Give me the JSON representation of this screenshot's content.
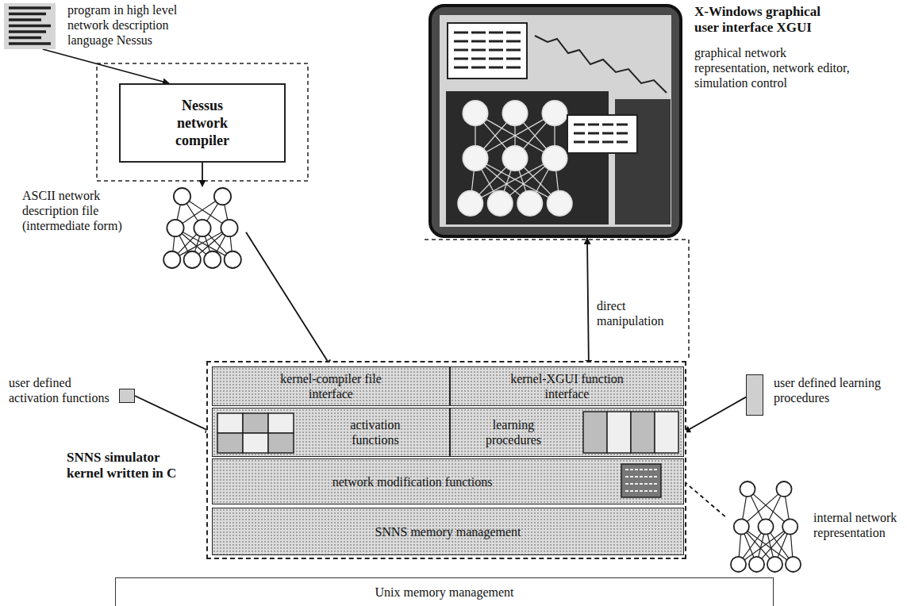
{
  "diagram": {
    "nodes": [
      {
        "text": [
          "program in high level network description language Nessus"
        ]
      },
      {
        "text": [
          "Nessus network compiler"
        ]
      },
      {
        "text": [
          "ASCII network description file (intermediate form)"
        ]
      },
      {
        "text": [
          "X-Windows graphical user interface XGUI",
          "graphical network representation, network editor, simulation control"
        ]
      },
      {
        "text": [
          "SNNS simulator kernel written in C"
        ]
      },
      {
        "text": [
          "kernel-compiler file interface"
        ],
        "in": 4
      },
      {
        "text": [
          "kernel-XGUI function interface"
        ],
        "in": 4
      },
      {
        "text": [
          "activation functions"
        ],
        "in": 4
      },
      {
        "text": [
          "learning procedures"
        ],
        "in": 4
      },
      {
        "text": [
          "network modification functions"
        ],
        "in": 4
      },
      {
        "text": [
          "SNNS memory management"
        ],
        "in": 4
      },
      {
        "text": [
          "user defined activation functions"
        ]
      },
      {
        "text": [
          "user defined learning procedures"
        ]
      },
      {
        "text": [
          "internal network representation"
        ]
      },
      {
        "text": [
          "Unix memory management"
        ]
      }
    ],
    "edges": [
      {
        "from": 0,
        "to": 1,
        "arrow": "to"
      },
      {
        "from": 1,
        "to": 2,
        "arrow": "to"
      },
      {
        "from": 2,
        "to": 5,
        "arrow": "to"
      },
      {
        "from": 6,
        "to": 3,
        "label": "direct manipulation",
        "arrow": "both"
      },
      {
        "from": 11,
        "to": 7,
        "arrow": "to"
      },
      {
        "from": 12,
        "to": 8,
        "arrow": "to"
      },
      {
        "from": 9,
        "to": 13,
        "arrow": "none"
      }
    ]
  }
}
